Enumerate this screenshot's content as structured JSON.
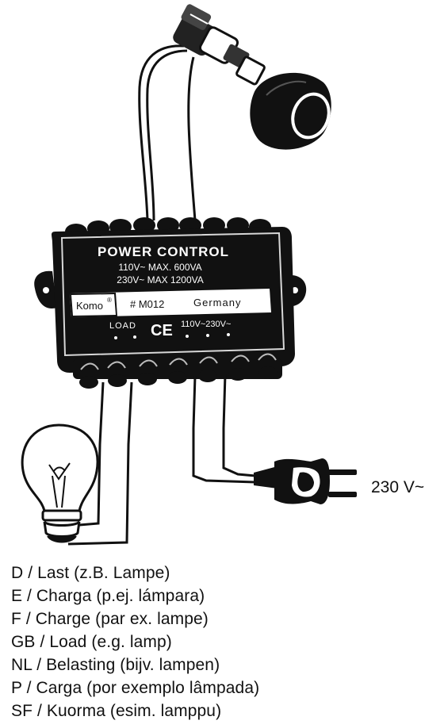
{
  "module": {
    "title": "POWER CONTROL",
    "rating_110": "110V~ MAX. 600VA",
    "rating_230": "230V~ MAX 1200VA",
    "brand": "Komo",
    "brand_mark": "®",
    "model": "# M012",
    "country": "Germany",
    "load_label": "LOAD",
    "ce_mark": "CE",
    "input_label": "110V~230V~"
  },
  "supply_label": "230 V~",
  "legend": [
    "D / Last (z.B. Lampe)",
    "E / Charga (p.ej. lámpara)",
    "F / Charge (par ex. lampe)",
    "GB / Load (e.g. lamp)",
    "NL / Belasting (bijv. lampen)",
    "P / Carga (por exemplo lâmpada)",
    "SF / Kuorma (esim. lamppu)"
  ],
  "colors": {
    "ink": "#111111",
    "paper": "#ffffff"
  }
}
